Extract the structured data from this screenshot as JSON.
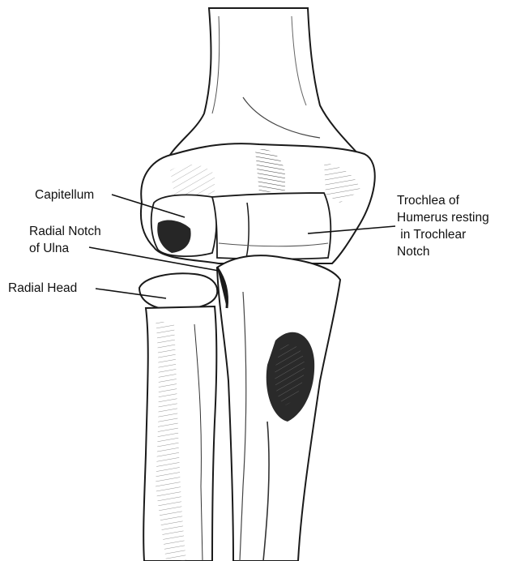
{
  "labels": {
    "capitellum": "Capitellum",
    "radial_notch": [
      "Radial Notch",
      "of Ulna"
    ],
    "radial_head": "Radial Head",
    "trochlea": [
      "Trochlea of",
      "Humerus resting",
      " in Trochlear",
      "Notch"
    ]
  },
  "colors": {
    "ink": "#111111",
    "paper": "#ffffff",
    "bone_shade": "#b9b9b9",
    "dark_shade": "#262626"
  }
}
